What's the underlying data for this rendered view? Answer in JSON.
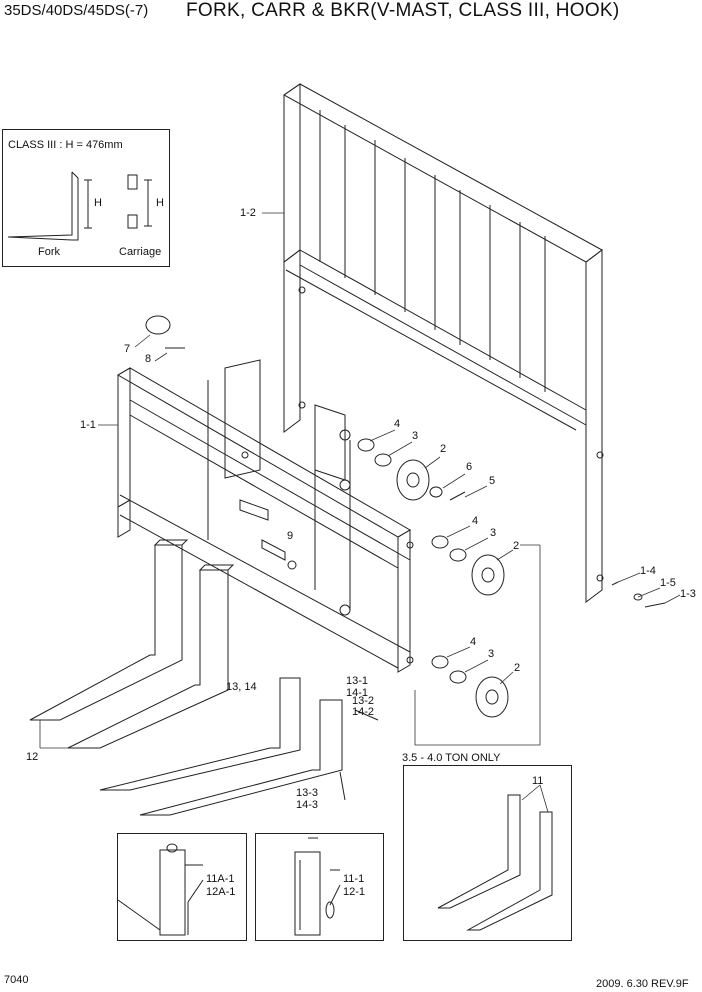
{
  "header": {
    "model": "35DS/40DS/45DS(-7)",
    "title": "FORK, CARR & BKR(V-MAST, CLASS III, HOOK)"
  },
  "inset_class": {
    "spec": "CLASS III : H = 476mm",
    "h_label_fork": "H",
    "h_label_carriage": "H",
    "fork_caption": "Fork",
    "carriage_caption": "Carriage"
  },
  "inset_ton": {
    "caption": "3.5 - 4.0 TON ONLY",
    "callout": "11"
  },
  "callouts": {
    "c1_2": "1-2",
    "c1_1": "1-1",
    "c7": "7",
    "c8": "8",
    "c4a": "4",
    "c3a": "3",
    "c2a": "2",
    "c6": "6",
    "c5": "5",
    "c4b": "4",
    "c3b": "3",
    "c2b": "2",
    "c9": "9",
    "c1_4": "1-4",
    "c1_5": "1-5",
    "c1_3": "1-3",
    "c4c": "4",
    "c3c": "3",
    "c2c": "2",
    "c13_1": "13-1",
    "c14_1": "14-1",
    "c13_14": "13, 14",
    "c13_2": "13-2",
    "c14_2": "14-2",
    "c13_3": "13-3",
    "c14_3": "14-3",
    "c12": "12",
    "c11a_1": "11A-1",
    "c12a_1": "12A-1",
    "c11_1": "11-1",
    "c12_1": "12-1"
  },
  "footer": {
    "page": "7040",
    "date_rev": "2009. 6.30 REV.9F"
  }
}
